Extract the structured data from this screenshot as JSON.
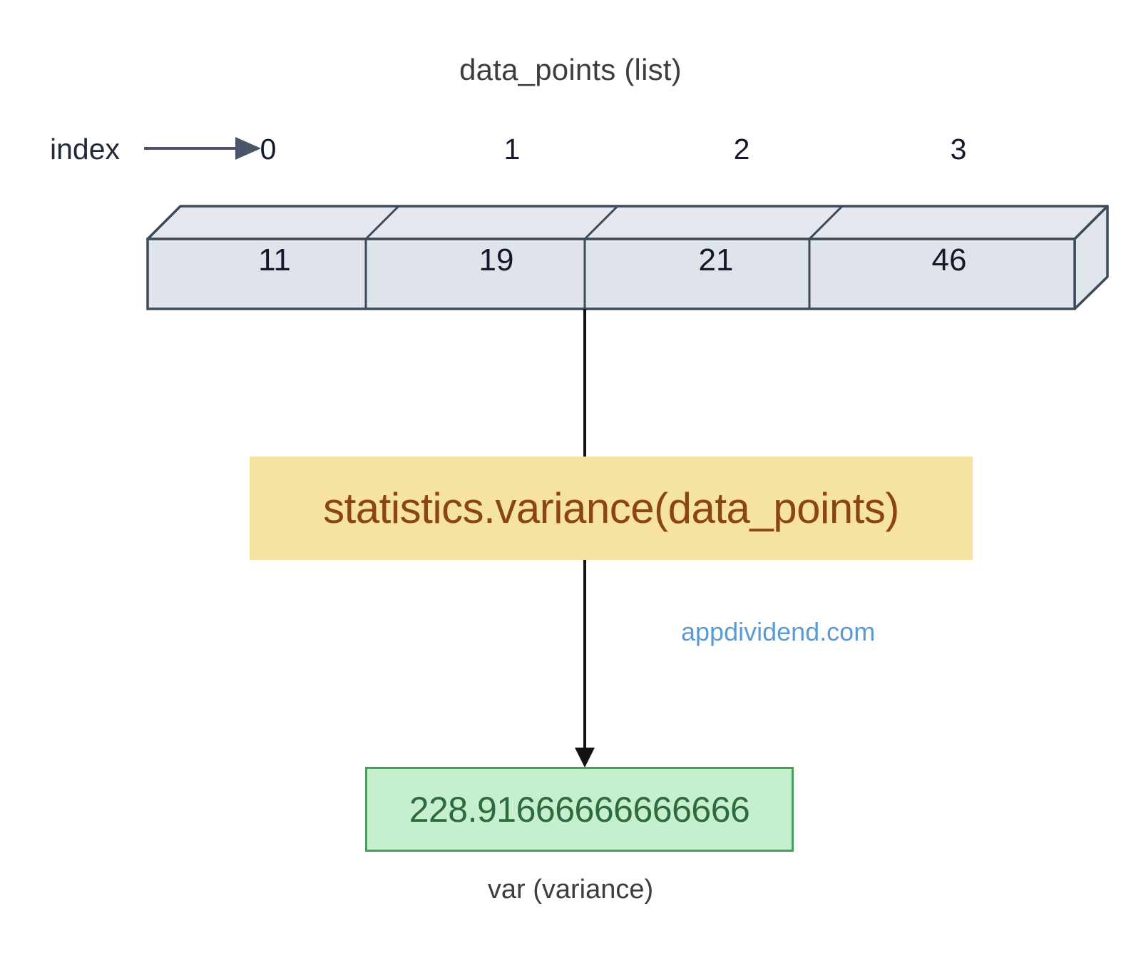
{
  "diagram": {
    "title": "data_points (list)",
    "index_label": "index",
    "indices": [
      "0",
      "1",
      "2",
      "3"
    ],
    "values": [
      "11",
      "19",
      "21",
      "46"
    ],
    "function_call": "statistics.variance(data_points)",
    "result_value": "228.91666666666666",
    "result_caption": "var (variance)",
    "watermark": "appdividend.com",
    "colors": {
      "array_face": "#dfe3ea",
      "array_top": "#e4e8ee",
      "array_stroke": "#3c4a5a",
      "function_box": "#f6e3a1",
      "function_text": "#8b4513",
      "result_box": "#c6efce",
      "result_border": "#4a9d5f",
      "result_text": "#2d6b3f",
      "watermark_text": "#5b9bd5",
      "connector": "#131313"
    }
  }
}
